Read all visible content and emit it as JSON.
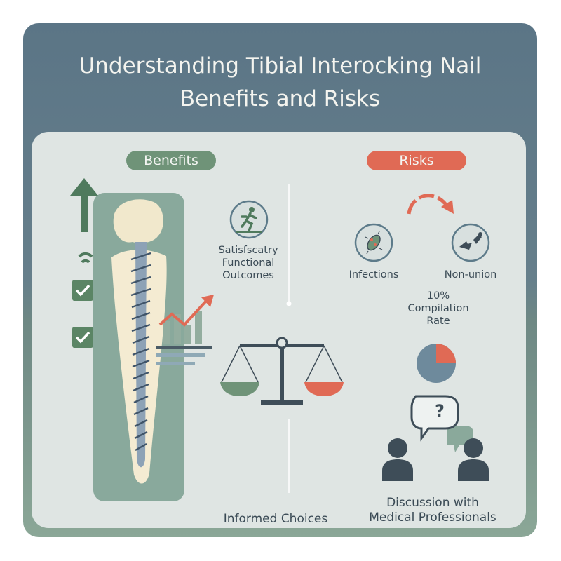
{
  "title": {
    "line1": "Understanding Tibial Interocking Nail",
    "line2": "Benefits and Risks"
  },
  "benefits": {
    "label": "Benefits",
    "outcome_lines": [
      "Satisfscatry",
      "Functional",
      "Outcomes"
    ],
    "outcome_icon": "running-person-icon"
  },
  "risks": {
    "label": "Risks",
    "infections_label": "Infections",
    "infections_icon": "bacteria-icon",
    "nonunion_label": "Non-union",
    "nonunion_icon": "broken-bone-icon",
    "rate_lines": [
      "10%",
      "Compilation",
      "Rate"
    ],
    "rate_fraction": 0.25
  },
  "center": {
    "label": "Informed Choices",
    "icon": "balance-scale-icon"
  },
  "discussion": {
    "lines": [
      "Discussion with",
      "Medical Professionals"
    ],
    "bubble_text": "?"
  },
  "colors": {
    "header": "#5b7586",
    "panel": "#dfe5e3",
    "benefit_green": "#6f9378",
    "risk_red": "#e06a55",
    "dark": "#3e4d58"
  }
}
